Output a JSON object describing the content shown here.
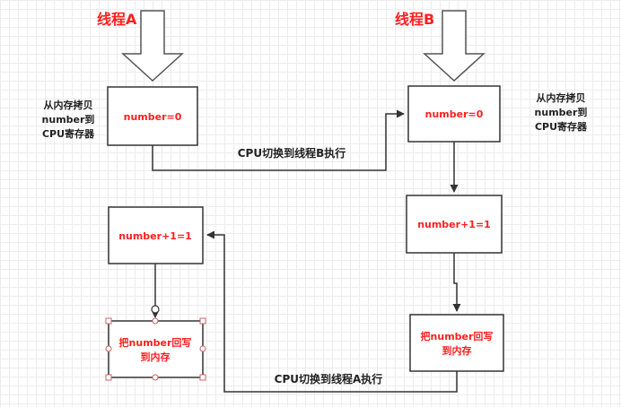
{
  "thread_a": {
    "title": "线程A",
    "side_note": [
      "从内存拷贝",
      "number到",
      "CPU寄存器"
    ],
    "box_read": "number=0",
    "box_increment": "number+1=1",
    "box_writeback": [
      "把number回写",
      "到内存"
    ]
  },
  "thread_b": {
    "title": "线程B",
    "side_note": [
      "从内存拷贝",
      "number到",
      "CPU寄存器"
    ],
    "box_read": "number=0",
    "box_increment": "number+1=1",
    "box_writeback": [
      "把number回写",
      "到内存"
    ]
  },
  "edges": {
    "switch_to_b": "CPU切换到线程B执行",
    "switch_to_a": "CPU切换到线程A执行"
  },
  "colors": {
    "emphasis_text": "#ff1f1f",
    "box_border": "#333333",
    "selection_handle": "#c86464"
  }
}
